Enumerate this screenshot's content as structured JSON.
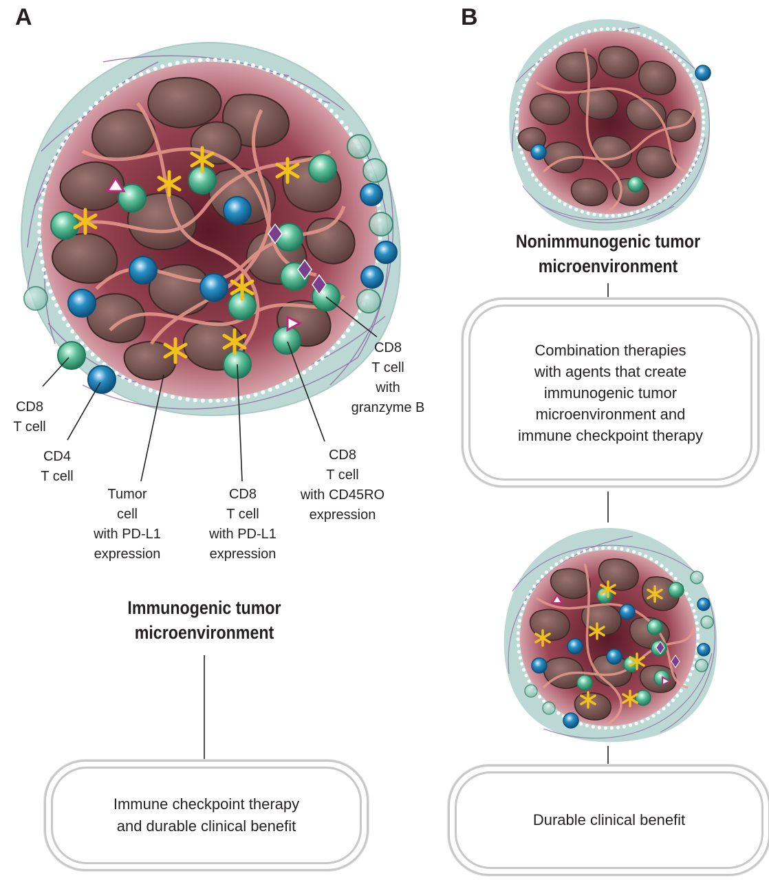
{
  "panel_a": {
    "letter": "A",
    "labels": {
      "cd8_tcell": "CD8\nT cell",
      "cd4_tcell": "CD4\nT cell",
      "tumor_cell_pdl1": "Tumor\ncell\nwith PD-L1\nexpression",
      "cd8_tcell_pdl1": "CD8\nT cell\nwith PD-L1\nexpression",
      "cd8_tcell_cd45ro": "CD8\nT cell\nwith CD45RO\nexpression",
      "cd8_tcell_granzyme": "CD8\nT cell\nwith\ngranzyme B"
    },
    "title": "Immunogenic tumor\nmicroenvironment",
    "box_text": "Immune checkpoint therapy\nand durable clinical benefit"
  },
  "panel_b": {
    "letter": "B",
    "title": "Nonimmunogenic tumor\nmicroenvironment",
    "box1_text": "Combination therapies\nwith agents that create\nimmunogenic tumor\nmicroenvironment and\nimmune checkpoint therapy",
    "box2_text": "Durable clinical benefit"
  },
  "colors": {
    "stroma": "#bcd8d4",
    "tumor_bed": "#c98a92",
    "tumor_cell": "#6b4a48",
    "collagen": "#e89a8e",
    "cd8_cell": "#5fbf9a",
    "cd4_cell": "#2a8fc4",
    "pdl1_marker": "#f2c21b",
    "granzyme_marker": "#7a3e8c",
    "cd45ro_marker": "#c0267a",
    "fibers": "#8a5a9a",
    "box_border": "#c8c8c8"
  }
}
